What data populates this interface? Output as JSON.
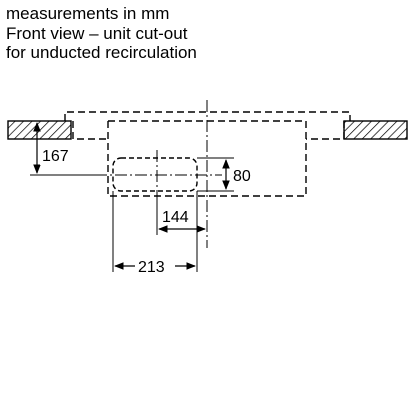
{
  "header": {
    "line1": "measurements in mm",
    "line2": "Front view – unit cut-out",
    "line3": "for unducted recirculation"
  },
  "dimensions": {
    "d167": "167",
    "d80": "80",
    "d144": "144",
    "d213": "213"
  },
  "colors": {
    "line": "#000000",
    "background": "#ffffff"
  }
}
